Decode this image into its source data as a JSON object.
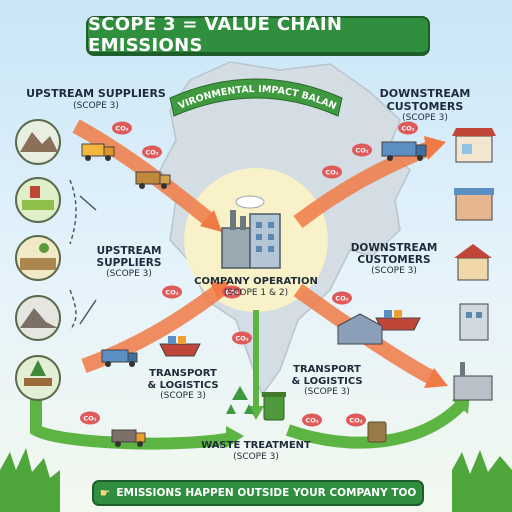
{
  "title": "SCOPE 3 = VALUE CHAIN EMISSIONS",
  "ribbon": "ENVIRONMENTAL IMPACT BALANCE",
  "upstream_top": {
    "title": "UPSTREAM SUPPLIERS",
    "sub": "(SCOPE 3)"
  },
  "downstream_top": {
    "title": "DOWNSTREAM CUSTOMERS",
    "sub": "(SCOPE 3)"
  },
  "upstream_mid": {
    "line1": "UPSTREAM",
    "line2": "SUPPLIERS",
    "sub": "(SCOPE 3)"
  },
  "downstream_mid": {
    "line1": "DOWNSTREAM",
    "line2": "CUSTOMERS",
    "sub": "(SCOPE 3)"
  },
  "company": {
    "title": "COMPANY OPERATION",
    "sub": "(SCOPE 1 & 2)"
  },
  "transport_left": {
    "line1": "TRANSPORT",
    "line2": "& LOGISTICS",
    "sub": "(SCOPE 3)"
  },
  "transport_right": {
    "line1": "TRANSPORT",
    "line2": "& LOGISTICS",
    "sub": "(SCOPE 3)"
  },
  "waste": {
    "title": "WASTE TREATMENT",
    "sub": "(SCOPE 3)"
  },
  "footer": "EMISSIONS HAPPEN OUTSIDE YOUR COMPANY TOO",
  "cloud_tag": "CO₂",
  "colors": {
    "banner_green": "#2f8f3e",
    "flow_orange": "#f07a45",
    "flow_green": "#5cb542",
    "co2_red": "#e05a5a"
  }
}
